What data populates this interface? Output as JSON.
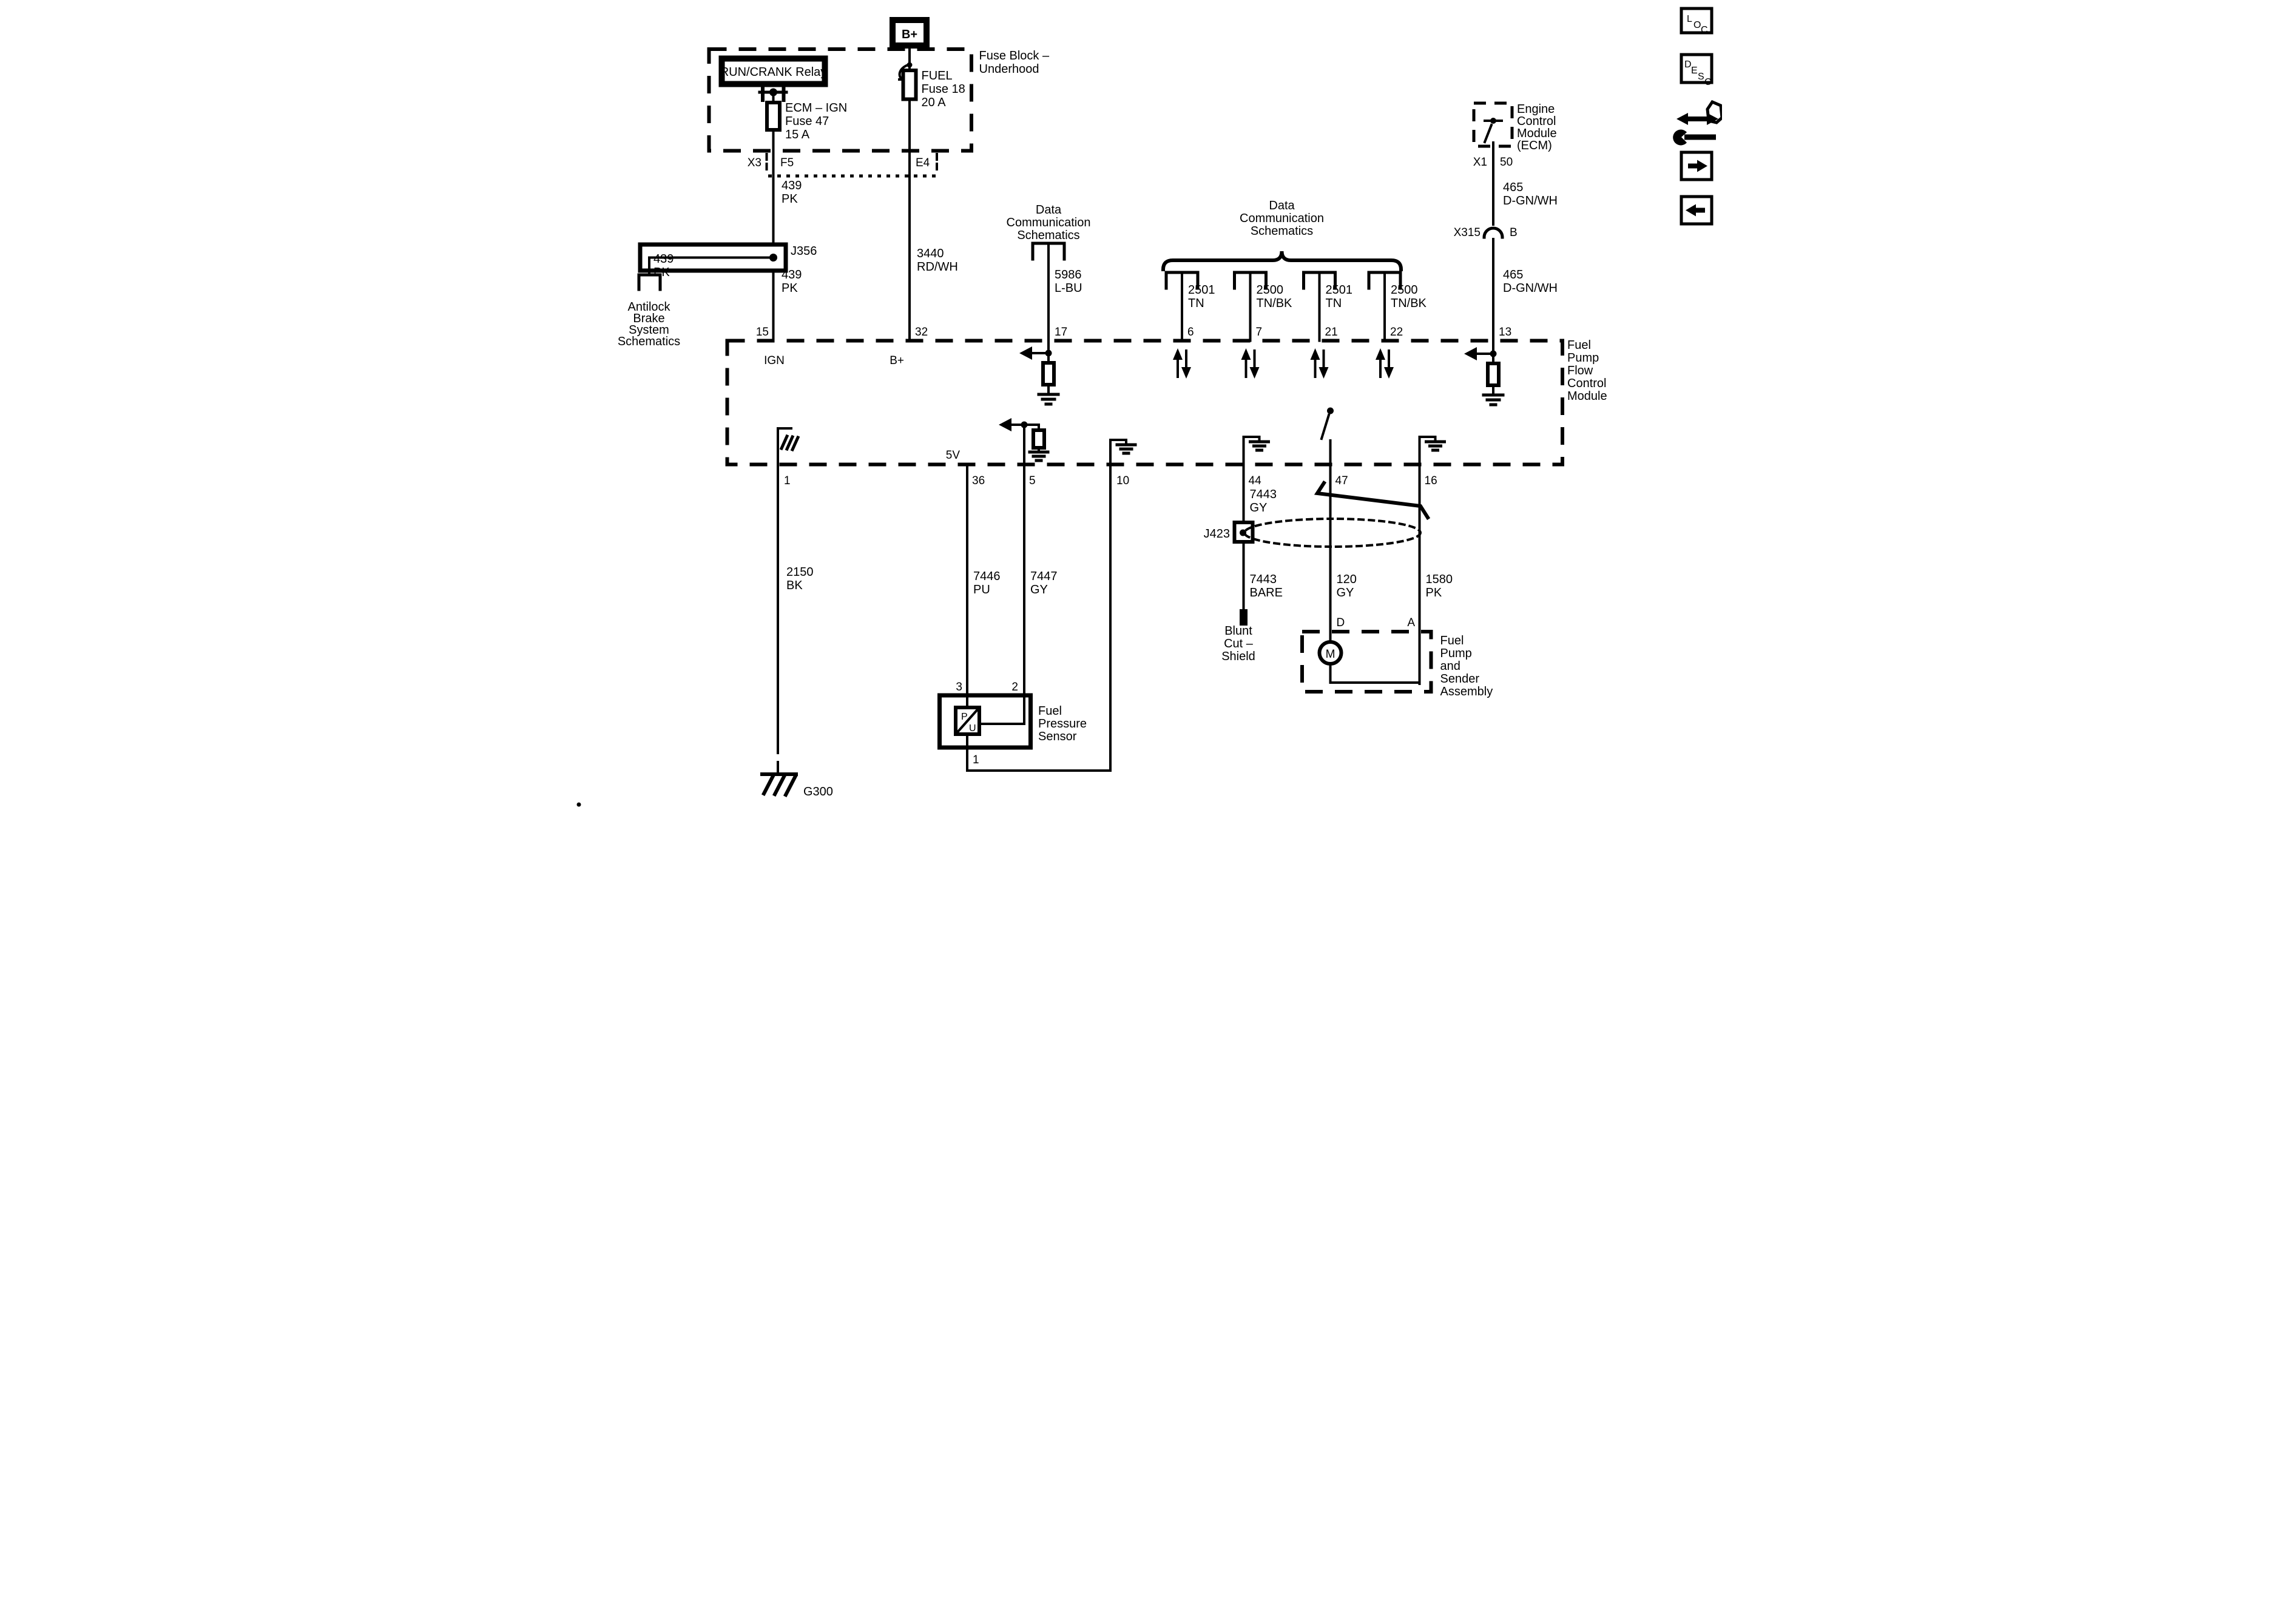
{
  "colors": {
    "ink": "#000000",
    "background": "#ffffff"
  },
  "fuse_area": {
    "b_plus": "B+",
    "fuse_block_1": "Fuse Block –",
    "fuse_block_2": "Underhood",
    "relay": "RUN/CRANK Relay",
    "ecm_fuse_1": "ECM – IGN",
    "ecm_fuse_2": "Fuse 47",
    "ecm_fuse_3": "15 A",
    "fuel_fuse_1": "FUEL",
    "fuel_fuse_2": "Fuse 18",
    "fuel_fuse_3": "20 A",
    "x3": "X3",
    "f5": "F5",
    "e4": "E4"
  },
  "left": {
    "w439a_1": "439",
    "w439a_2": "PK",
    "j356": "J356",
    "w439b_1": "439",
    "w439b_2": "PK",
    "w439c_1": "439",
    "w439c_2": "PK",
    "abs_1": "Antilock",
    "abs_2": "Brake",
    "abs_3": "System",
    "abs_4": "Schematics",
    "w2150_1": "2150",
    "w2150_2": "BK",
    "g300": "G300"
  },
  "center": {
    "w3440_1": "3440",
    "w3440_2": "RD/WH",
    "dcsL_1": "Data",
    "dcsL_2": "Communication",
    "dcsL_3": "Schematics",
    "w5986_1": "5986",
    "w5986_2": "L-BU",
    "dcsM_1": "Data",
    "dcsM_2": "Communication",
    "dcsM_3": "Schematics",
    "w2501a_1": "2501",
    "w2501a_2": "TN",
    "w2500a_1": "2500",
    "w2500a_2": "TN/BK",
    "w2501b_1": "2501",
    "w2501b_2": "TN",
    "w2500b_1": "2500",
    "w2500b_2": "TN/BK"
  },
  "right": {
    "ecm_1": "Engine",
    "ecm_2": "Control",
    "ecm_3": "Module",
    "ecm_4": "(ECM)",
    "x1": "X1",
    "p50": "50",
    "w465a_1": "465",
    "w465a_2": "D-GN/WH",
    "x315": "X315",
    "pB": "B",
    "w465b_1": "465",
    "w465b_2": "D-GN/WH"
  },
  "module": {
    "p15": "15",
    "ign": "IGN",
    "p32": "32",
    "bplus": "B+",
    "p17": "17",
    "p6": "6",
    "p7": "7",
    "p21": "21",
    "p22": "22",
    "p13": "13",
    "name_1": "Fuel",
    "name_2": "Pump",
    "name_3": "Flow",
    "name_4": "Control",
    "name_5": "Module",
    "p1": "1",
    "p36": "36",
    "v5": "5V",
    "p5": "5",
    "p10": "10",
    "p44": "44",
    "p47": "47",
    "p16": "16"
  },
  "sensor": {
    "w7446_1": "7446",
    "w7446_2": "PU",
    "w7447_1": "7447",
    "w7447_2": "GY",
    "p3": "3",
    "p2": "2",
    "p1": "1",
    "sym_p": "P",
    "sym_u": "U",
    "name_1": "Fuel",
    "name_2": "Pressure",
    "name_3": "Sensor"
  },
  "pump": {
    "w7443a_1": "7443",
    "w7443a_2": "GY",
    "j423": "J423",
    "w7443b_1": "7443",
    "w7443b_2": "BARE",
    "blunt_1": "Blunt",
    "blunt_2": "Cut –",
    "blunt_3": "Shield",
    "w120_1": "120",
    "w120_2": "GY",
    "w1580_1": "1580",
    "w1580_2": "PK",
    "pD": "D",
    "pA": "A",
    "motor": "M",
    "name_1": "Fuel",
    "name_2": "Pump",
    "name_3": "and",
    "name_4": "Sender",
    "name_5": "Assembly"
  },
  "sidebar": {
    "loc_l": "L",
    "loc_o": "O",
    "loc_c": "C",
    "desc_d": "D",
    "desc_e": "E",
    "desc_s": "S",
    "desc_c": "C"
  }
}
